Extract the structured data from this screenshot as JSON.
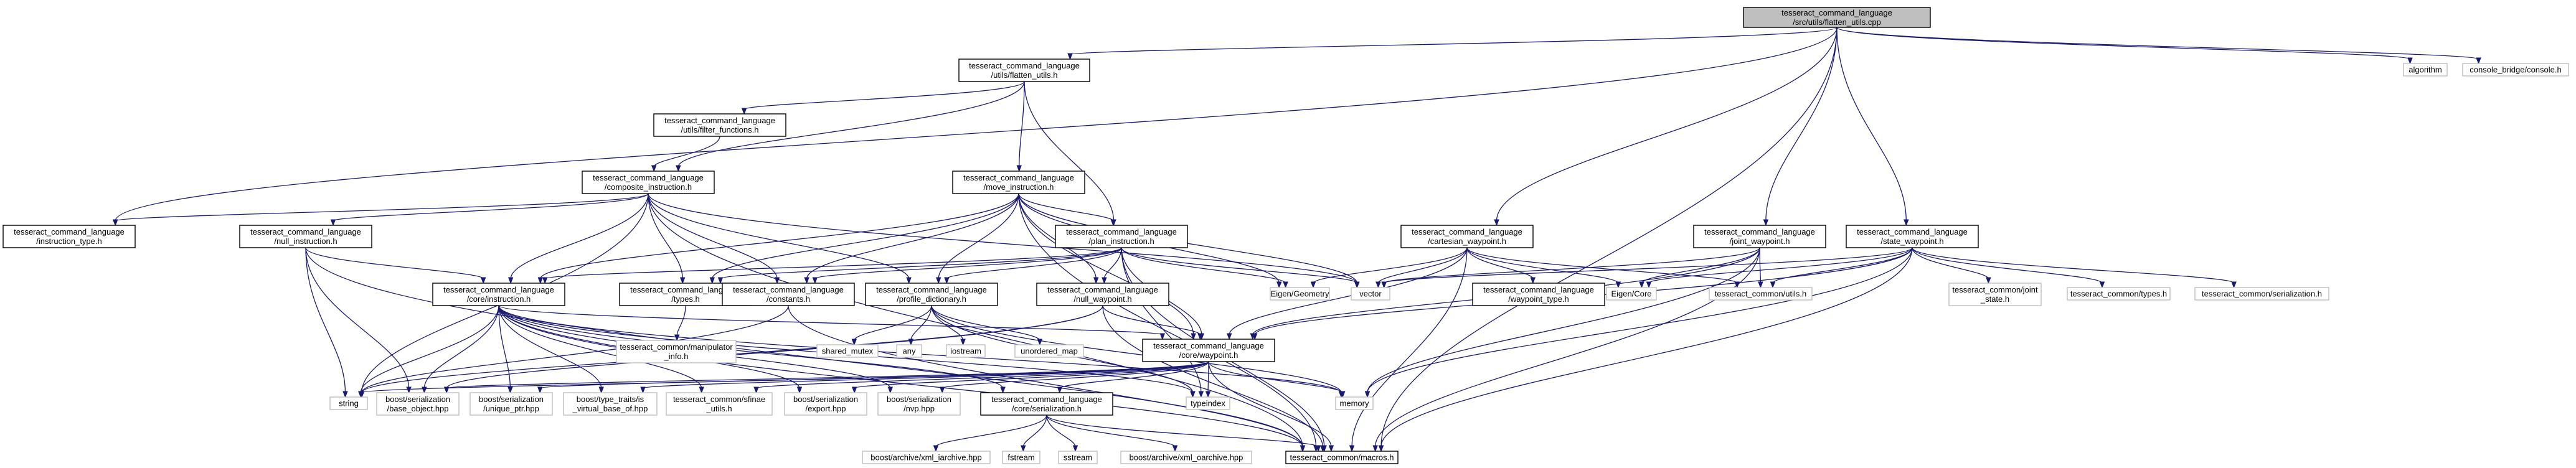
{
  "graph": {
    "title": "tesseract_command_language/src/utils/flatten_utils.cpp",
    "nodes": [
      {
        "id": "root",
        "lines": [
          "tesseract_command_language",
          "/src/utils/flatten_utils.cpp"
        ],
        "kind": "root"
      },
      {
        "id": "flatten_h",
        "lines": [
          "tesseract_command_language",
          "/utils/flatten_utils.h"
        ],
        "kind": "internal"
      },
      {
        "id": "algorithm",
        "lines": [
          "algorithm"
        ],
        "kind": "external"
      },
      {
        "id": "console",
        "lines": [
          "console_bridge/console.h"
        ],
        "kind": "external"
      },
      {
        "id": "filter_h",
        "lines": [
          "tesseract_command_language",
          "/utils/filter_functions.h"
        ],
        "kind": "internal"
      },
      {
        "id": "composite_h",
        "lines": [
          "tesseract_command_language",
          "/composite_instruction.h"
        ],
        "kind": "internal"
      },
      {
        "id": "move_h",
        "lines": [
          "tesseract_command_language",
          "/move_instruction.h"
        ],
        "kind": "internal"
      },
      {
        "id": "instruction_type_h",
        "lines": [
          "tesseract_command_language",
          "/instruction_type.h"
        ],
        "kind": "internal"
      },
      {
        "id": "null_instruction_h",
        "lines": [
          "tesseract_command_language",
          "/null_instruction.h"
        ],
        "kind": "internal"
      },
      {
        "id": "plan_h",
        "lines": [
          "tesseract_command_language",
          "/plan_instruction.h"
        ],
        "kind": "internal"
      },
      {
        "id": "cartesian_h",
        "lines": [
          "tesseract_command_language",
          "/cartesian_waypoint.h"
        ],
        "kind": "internal"
      },
      {
        "id": "joint_h",
        "lines": [
          "tesseract_command_language",
          "/joint_waypoint.h"
        ],
        "kind": "internal"
      },
      {
        "id": "state_h",
        "lines": [
          "tesseract_command_language",
          "/state_waypoint.h"
        ],
        "kind": "internal"
      },
      {
        "id": "core_instruction_h",
        "lines": [
          "tesseract_command_language",
          "/core/instruction.h"
        ],
        "kind": "internal"
      },
      {
        "id": "types_h",
        "lines": [
          "tesseract_command_language",
          "/types.h"
        ],
        "kind": "internal"
      },
      {
        "id": "constants_h",
        "lines": [
          "tesseract_command_language",
          "/constants.h"
        ],
        "kind": "internal"
      },
      {
        "id": "profile_dict_h",
        "lines": [
          "tesseract_command_language",
          "/profile_dictionary.h"
        ],
        "kind": "internal"
      },
      {
        "id": "null_waypoint_h",
        "lines": [
          "tesseract_command_language",
          "/null_waypoint.h"
        ],
        "kind": "internal"
      },
      {
        "id": "eigen_geometry",
        "lines": [
          "Eigen/Geometry"
        ],
        "kind": "external"
      },
      {
        "id": "vector",
        "lines": [
          "vector"
        ],
        "kind": "external"
      },
      {
        "id": "waypoint_type_h",
        "lines": [
          "tesseract_command_language",
          "/waypoint_type.h"
        ],
        "kind": "internal"
      },
      {
        "id": "eigen_core",
        "lines": [
          "Eigen/Core"
        ],
        "kind": "external"
      },
      {
        "id": "common_utils",
        "lines": [
          "tesseract_common/utils.h"
        ],
        "kind": "external"
      },
      {
        "id": "joint_state",
        "lines": [
          "tesseract_common/joint",
          "_state.h"
        ],
        "kind": "external"
      },
      {
        "id": "common_types",
        "lines": [
          "tesseract_common/types.h"
        ],
        "kind": "external"
      },
      {
        "id": "common_serialization",
        "lines": [
          "tesseract_common/serialization.h"
        ],
        "kind": "external"
      },
      {
        "id": "manipulator_info",
        "lines": [
          "tesseract_common/manipulator",
          "_info.h"
        ],
        "kind": "external"
      },
      {
        "id": "shared_mutex",
        "lines": [
          "shared_mutex"
        ],
        "kind": "external"
      },
      {
        "id": "any",
        "lines": [
          "any"
        ],
        "kind": "external"
      },
      {
        "id": "iostream",
        "lines": [
          "iostream"
        ],
        "kind": "external"
      },
      {
        "id": "unordered_map",
        "lines": [
          "unordered_map"
        ],
        "kind": "external"
      },
      {
        "id": "core_waypoint_h",
        "lines": [
          "tesseract_command_language",
          "/core/waypoint.h"
        ],
        "kind": "internal"
      },
      {
        "id": "string",
        "lines": [
          "string"
        ],
        "kind": "external"
      },
      {
        "id": "base_object",
        "lines": [
          "boost/serialization",
          "/base_object.hpp"
        ],
        "kind": "external"
      },
      {
        "id": "unique_ptr",
        "lines": [
          "boost/serialization",
          "/unique_ptr.hpp"
        ],
        "kind": "external"
      },
      {
        "id": "is_virtual_base",
        "lines": [
          "boost/type_traits/is",
          "_virtual_base_of.hpp"
        ],
        "kind": "external"
      },
      {
        "id": "sfinae_utils",
        "lines": [
          "tesseract_common/sfinae",
          "_utils.h"
        ],
        "kind": "external"
      },
      {
        "id": "export_hpp",
        "lines": [
          "boost/serialization",
          "/export.hpp"
        ],
        "kind": "external"
      },
      {
        "id": "nvp_hpp",
        "lines": [
          "boost/serialization",
          "/nvp.hpp"
        ],
        "kind": "external"
      },
      {
        "id": "core_serialization_h",
        "lines": [
          "tesseract_command_language",
          "/core/serialization.h"
        ],
        "kind": "internal"
      },
      {
        "id": "typeindex",
        "lines": [
          "typeindex"
        ],
        "kind": "external"
      },
      {
        "id": "memory",
        "lines": [
          "memory"
        ],
        "kind": "external"
      },
      {
        "id": "xml_iarchive",
        "lines": [
          "boost/archive/xml_iarchive.hpp"
        ],
        "kind": "external"
      },
      {
        "id": "fstream",
        "lines": [
          "fstream"
        ],
        "kind": "external"
      },
      {
        "id": "sstream",
        "lines": [
          "sstream"
        ],
        "kind": "external"
      },
      {
        "id": "xml_oarchive",
        "lines": [
          "boost/archive/xml_oarchive.hpp"
        ],
        "kind": "external"
      },
      {
        "id": "macros",
        "lines": [
          "tesseract_common/macros.h"
        ],
        "kind": "internal"
      }
    ],
    "edges": [
      [
        "root",
        "flatten_h"
      ],
      [
        "root",
        "algorithm"
      ],
      [
        "root",
        "console"
      ],
      [
        "root",
        "instruction_type_h"
      ],
      [
        "root",
        "cartesian_h"
      ],
      [
        "root",
        "joint_h"
      ],
      [
        "root",
        "state_h"
      ],
      [
        "root",
        "macros"
      ],
      [
        "flatten_h",
        "filter_h"
      ],
      [
        "flatten_h",
        "composite_h"
      ],
      [
        "flatten_h",
        "move_h"
      ],
      [
        "flatten_h",
        "plan_h"
      ],
      [
        "filter_h",
        "composite_h"
      ],
      [
        "composite_h",
        "instruction_type_h"
      ],
      [
        "composite_h",
        "null_instruction_h"
      ],
      [
        "composite_h",
        "core_instruction_h"
      ],
      [
        "composite_h",
        "types_h"
      ],
      [
        "composite_h",
        "constants_h"
      ],
      [
        "composite_h",
        "profile_dict_h"
      ],
      [
        "composite_h",
        "vector"
      ],
      [
        "composite_h",
        "string"
      ],
      [
        "composite_h",
        "macros"
      ],
      [
        "move_h",
        "core_instruction_h"
      ],
      [
        "move_h",
        "types_h"
      ],
      [
        "move_h",
        "constants_h"
      ],
      [
        "move_h",
        "profile_dict_h"
      ],
      [
        "move_h",
        "plan_h"
      ],
      [
        "move_h",
        "null_waypoint_h"
      ],
      [
        "move_h",
        "eigen_geometry"
      ],
      [
        "move_h",
        "vector"
      ],
      [
        "move_h",
        "core_waypoint_h"
      ],
      [
        "move_h",
        "macros"
      ],
      [
        "null_instruction_h",
        "core_instruction_h"
      ],
      [
        "null_instruction_h",
        "string"
      ],
      [
        "null_instruction_h",
        "base_object"
      ],
      [
        "null_instruction_h",
        "macros"
      ],
      [
        "plan_h",
        "core_instruction_h"
      ],
      [
        "plan_h",
        "types_h"
      ],
      [
        "plan_h",
        "constants_h"
      ],
      [
        "plan_h",
        "profile_dict_h"
      ],
      [
        "plan_h",
        "null_waypoint_h"
      ],
      [
        "plan_h",
        "eigen_geometry"
      ],
      [
        "plan_h",
        "vector"
      ],
      [
        "plan_h",
        "core_waypoint_h"
      ],
      [
        "plan_h",
        "typeindex"
      ],
      [
        "plan_h",
        "macros"
      ],
      [
        "cartesian_h",
        "eigen_geometry"
      ],
      [
        "cartesian_h",
        "vector"
      ],
      [
        "cartesian_h",
        "waypoint_type_h"
      ],
      [
        "cartesian_h",
        "eigen_core"
      ],
      [
        "cartesian_h",
        "common_utils"
      ],
      [
        "cartesian_h",
        "core_waypoint_h"
      ],
      [
        "cartesian_h",
        "macros"
      ],
      [
        "joint_h",
        "vector"
      ],
      [
        "joint_h",
        "eigen_core"
      ],
      [
        "joint_h",
        "common_utils"
      ],
      [
        "joint_h",
        "core_waypoint_h"
      ],
      [
        "joint_h",
        "memory"
      ],
      [
        "joint_h",
        "macros"
      ],
      [
        "state_h",
        "vector"
      ],
      [
        "state_h",
        "eigen_core"
      ],
      [
        "state_h",
        "common_utils"
      ],
      [
        "state_h",
        "joint_state"
      ],
      [
        "state_h",
        "common_types"
      ],
      [
        "state_h",
        "common_serialization"
      ],
      [
        "state_h",
        "core_waypoint_h"
      ],
      [
        "state_h",
        "memory"
      ],
      [
        "state_h",
        "macros"
      ],
      [
        "core_instruction_h",
        "string"
      ],
      [
        "core_instruction_h",
        "base_object"
      ],
      [
        "core_instruction_h",
        "unique_ptr"
      ],
      [
        "core_instruction_h",
        "is_virtual_base"
      ],
      [
        "core_instruction_h",
        "sfinae_utils"
      ],
      [
        "core_instruction_h",
        "export_hpp"
      ],
      [
        "core_instruction_h",
        "nvp_hpp"
      ],
      [
        "core_instruction_h",
        "core_serialization_h"
      ],
      [
        "core_instruction_h",
        "core_waypoint_h"
      ],
      [
        "core_instruction_h",
        "typeindex"
      ],
      [
        "core_instruction_h",
        "memory"
      ],
      [
        "core_instruction_h",
        "macros"
      ],
      [
        "types_h",
        "manipulator_info"
      ],
      [
        "constants_h",
        "string"
      ],
      [
        "constants_h",
        "macros"
      ],
      [
        "profile_dict_h",
        "shared_mutex"
      ],
      [
        "profile_dict_h",
        "any"
      ],
      [
        "profile_dict_h",
        "iostream"
      ],
      [
        "profile_dict_h",
        "unordered_map"
      ],
      [
        "profile_dict_h",
        "memory"
      ],
      [
        "profile_dict_h",
        "typeindex"
      ],
      [
        "null_waypoint_h",
        "core_waypoint_h"
      ],
      [
        "null_waypoint_h",
        "string"
      ],
      [
        "null_waypoint_h",
        "base_object"
      ],
      [
        "null_waypoint_h",
        "macros"
      ],
      [
        "core_waypoint_h",
        "string"
      ],
      [
        "core_waypoint_h",
        "base_object"
      ],
      [
        "core_waypoint_h",
        "unique_ptr"
      ],
      [
        "core_waypoint_h",
        "is_virtual_base"
      ],
      [
        "core_waypoint_h",
        "sfinae_utils"
      ],
      [
        "core_waypoint_h",
        "export_hpp"
      ],
      [
        "core_waypoint_h",
        "nvp_hpp"
      ],
      [
        "core_waypoint_h",
        "core_serialization_h"
      ],
      [
        "core_waypoint_h",
        "typeindex"
      ],
      [
        "core_waypoint_h",
        "memory"
      ],
      [
        "core_waypoint_h",
        "macros"
      ],
      [
        "core_serialization_h",
        "xml_iarchive"
      ],
      [
        "core_serialization_h",
        "fstream"
      ],
      [
        "core_serialization_h",
        "sstream"
      ],
      [
        "core_serialization_h",
        "xml_oarchive"
      ],
      [
        "core_serialization_h",
        "macros"
      ]
    ]
  }
}
